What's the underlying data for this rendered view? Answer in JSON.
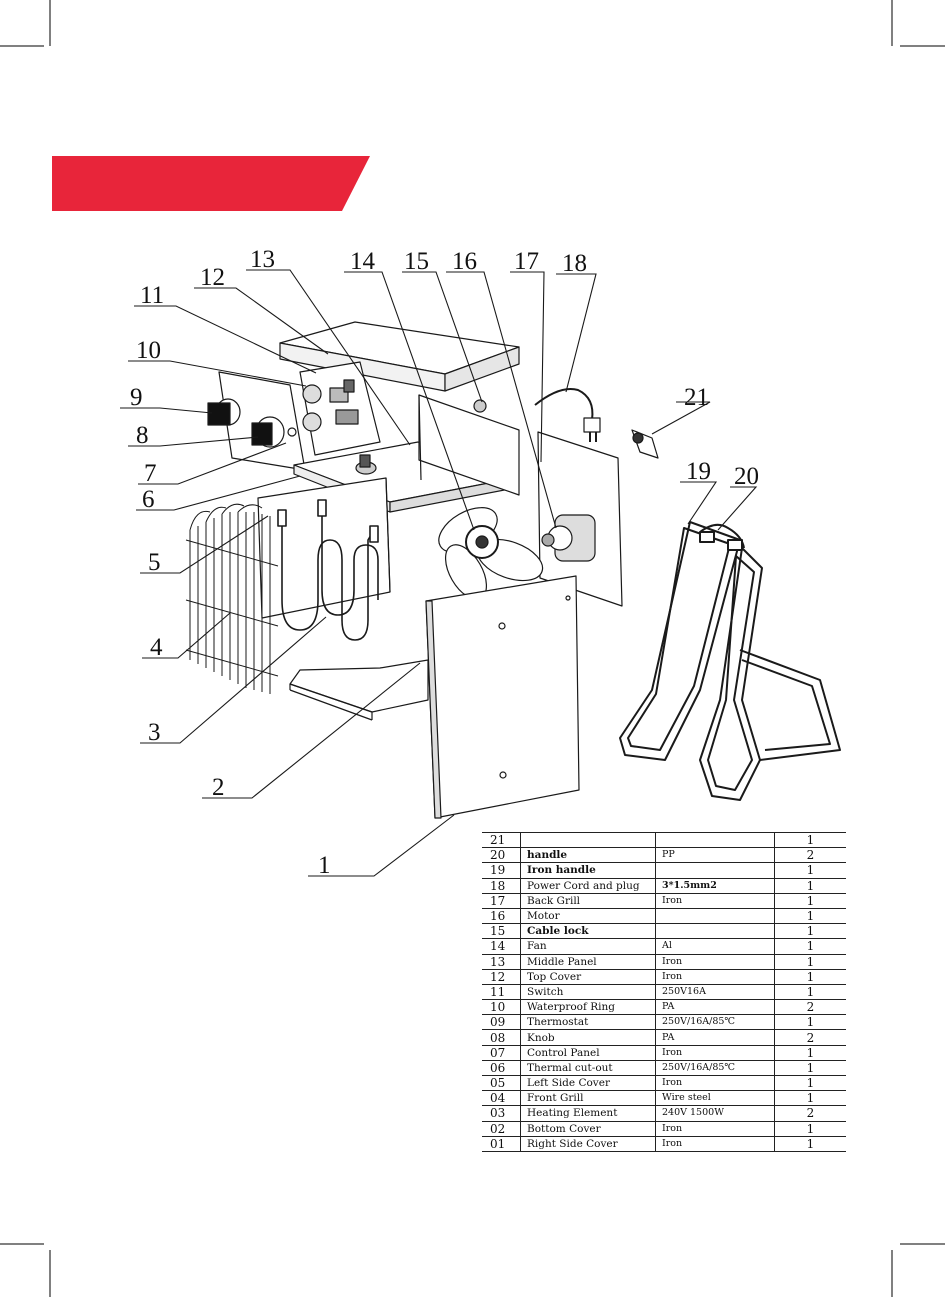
{
  "colors": {
    "banner": "#e8253a",
    "line": "#1a1a1a"
  },
  "callouts": [
    "1",
    "2",
    "3",
    "4",
    "5",
    "6",
    "7",
    "8",
    "9",
    "10",
    "11",
    "12",
    "13",
    "14",
    "15",
    "16",
    "17",
    "18",
    "19",
    "20",
    "21"
  ],
  "parts_table": [
    {
      "no": "21",
      "name": "",
      "material": "",
      "qty": "1"
    },
    {
      "no": "20",
      "name": "handle",
      "material": "PP",
      "qty": "2"
    },
    {
      "no": "19",
      "name": "Iron handle",
      "material": "",
      "qty": "1"
    },
    {
      "no": "18",
      "name": "Power Cord and plug",
      "material": "3*1.5mm2",
      "qty": "1"
    },
    {
      "no": "17",
      "name": "Back Grill",
      "material": "Iron",
      "qty": "1"
    },
    {
      "no": "16",
      "name": "Motor",
      "material": "",
      "qty": "1"
    },
    {
      "no": "15",
      "name": "Cable lock",
      "material": "",
      "qty": "1"
    },
    {
      "no": "14",
      "name": "Fan",
      "material": "Al",
      "qty": "1"
    },
    {
      "no": "13",
      "name": "Middle Panel",
      "material": "Iron",
      "qty": "1"
    },
    {
      "no": "12",
      "name": "Top Cover",
      "material": "Iron",
      "qty": "1"
    },
    {
      "no": "11",
      "name": "Switch",
      "material": "250V16A",
      "qty": "1"
    },
    {
      "no": "10",
      "name": "Waterproof Ring",
      "material": "PA",
      "qty": "2"
    },
    {
      "no": "09",
      "name": "Thermostat",
      "material": "250V/16A/85℃",
      "qty": "1"
    },
    {
      "no": "08",
      "name": "Knob",
      "material": "PA",
      "qty": "2"
    },
    {
      "no": "07",
      "name": "Control Panel",
      "material": "Iron",
      "qty": "1"
    },
    {
      "no": "06",
      "name": "Thermal cut-out",
      "material": "250V/16A/85℃",
      "qty": "1"
    },
    {
      "no": "05",
      "name": "Left Side Cover",
      "material": "Iron",
      "qty": "1"
    },
    {
      "no": "04",
      "name": "Front Grill",
      "material": "Wire steel",
      "qty": "1"
    },
    {
      "no": "03",
      "name": "Heating Element",
      "material": "240V 1500W",
      "qty": "2"
    },
    {
      "no": "02",
      "name": "Bottom Cover",
      "material": "Iron",
      "qty": "1"
    },
    {
      "no": "01",
      "name": "Right Side Cover",
      "material": "Iron",
      "qty": "1"
    }
  ]
}
